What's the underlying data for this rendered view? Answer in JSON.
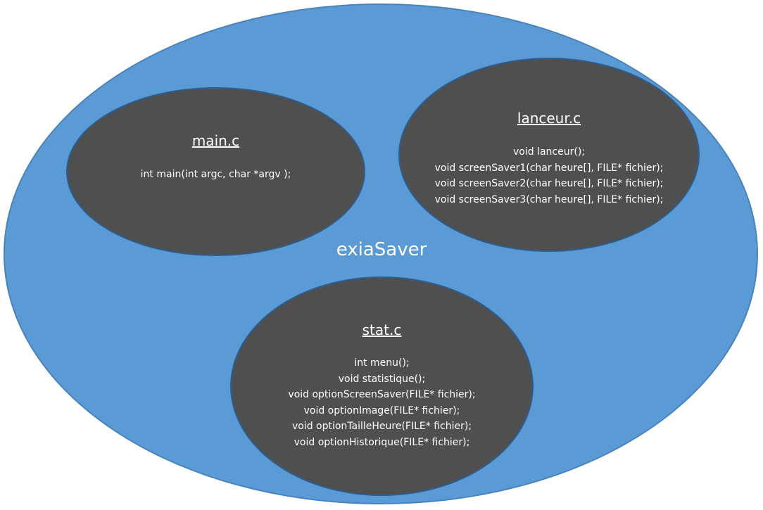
{
  "colors": {
    "outer_fill": "#5b9bd5",
    "module_fill": "#4f4f4f",
    "text": "#ffffff"
  },
  "center_label": "exiaSaver",
  "modules": {
    "main": {
      "title": "main.c",
      "lines": [
        "int main(int argc, char *argv );"
      ]
    },
    "lanceur": {
      "title": "lanceur.c",
      "lines": [
        "void lanceur();",
        "void screenSaver1(char heure[], FILE* fichier);",
        "void screenSaver2(char heure[], FILE* fichier);",
        "void screenSaver3(char heure[], FILE* fichier);"
      ]
    },
    "stat": {
      "title": "stat.c",
      "lines": [
        "int menu();",
        "void statistique();",
        "void optionScreenSaver(FILE* fichier);",
        "void optionImage(FILE* fichier);",
        "void optionTailleHeure(FILE* fichier);",
        "void optionHistorique(FILE* fichier);"
      ]
    }
  }
}
